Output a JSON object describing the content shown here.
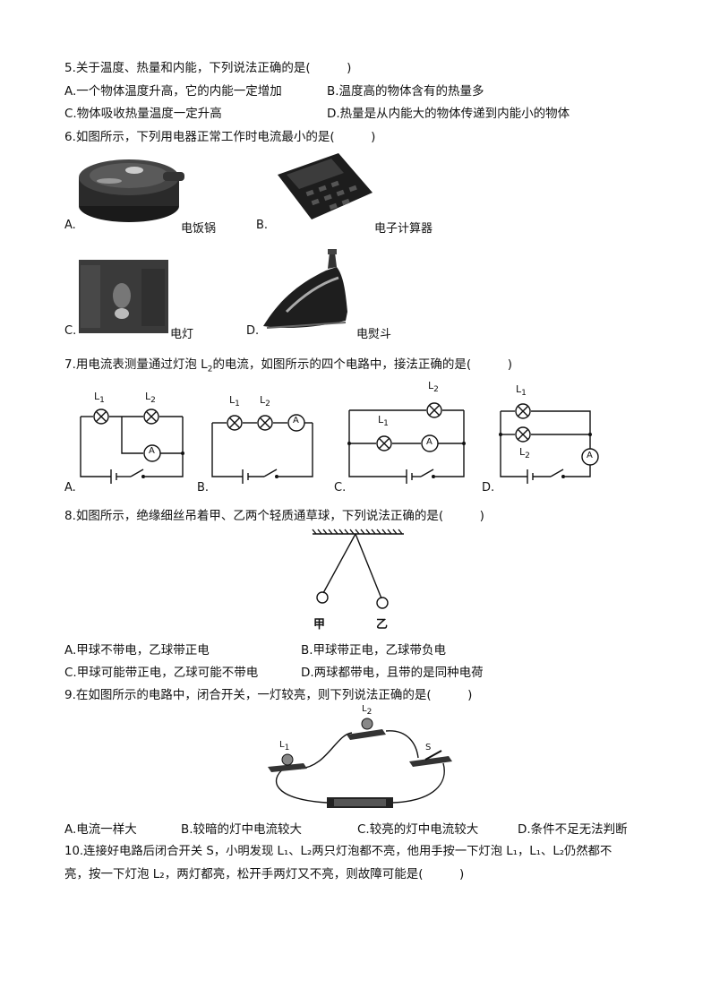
{
  "q5": {
    "stem": "5.关于温度、热量和内能，下列说法正确的是(　　　)",
    "a": "A.一个物体温度升高，它的内能一定增加",
    "b": "B.温度高的物体含有的热量多",
    "c": "C.物体吸收热量温度一定升高",
    "d": "D.热量是从内能大的物体传递到内能小的物体"
  },
  "q6": {
    "stem": "6.如图所示，下列用电器正常工作时电流最小的是(　　　)",
    "a_letter": "A.",
    "a_name": "电饭锅",
    "b_letter": "B.",
    "b_name": "电子计算器",
    "c_letter": "C.",
    "c_name": "电灯",
    "d_letter": "D.",
    "d_name": "电熨斗"
  },
  "q7": {
    "stem_pre": "7.用电流表测量通过灯泡 L",
    "stem_sub": "2",
    "stem_post": "的电流，如图所示的四个电路中，接法正确的是(　　　)",
    "a": "A.",
    "b": "B.",
    "c": "C.",
    "d": "D.",
    "L": "L",
    "s1": "1",
    "s2": "2",
    "ammeter": "A"
  },
  "q8": {
    "stem": "8.如图所示，绝缘细丝吊着甲、乙两个轻质通草球，下列说法正确的是(　　　)",
    "jia": "甲",
    "yi": "乙",
    "a": "A.甲球不带电，乙球带正电",
    "b": "B.甲球带正电，乙球带负电",
    "c": "C.甲球可能带正电，乙球可能不带电",
    "d": "D.两球都带电，且带的是同种电荷"
  },
  "q9": {
    "stem": "9.在如图所示的电路中，闭合开关，一灯较亮，则下列说法正确的是(　　　)",
    "l1": "L",
    "l1_sub": "1",
    "l2": "L",
    "l2_sub": "2",
    "s": "S",
    "a": "A.电流一样大",
    "b": "B.较暗的灯中电流较大",
    "c": "C.较亮的灯中电流较大",
    "d": "D.条件不足无法判断"
  },
  "q10": {
    "line1": "10.连接好电路后闭合开关 S，小明发现 L₁、L₂两只灯泡都不亮，他用手按一下灯泡 L₁，L₁、L₂仍然都不",
    "line2": "亮，按一下灯泡 L₂，两灯都亮，松开手两灯又不亮，则故障可能是(　　　)"
  }
}
